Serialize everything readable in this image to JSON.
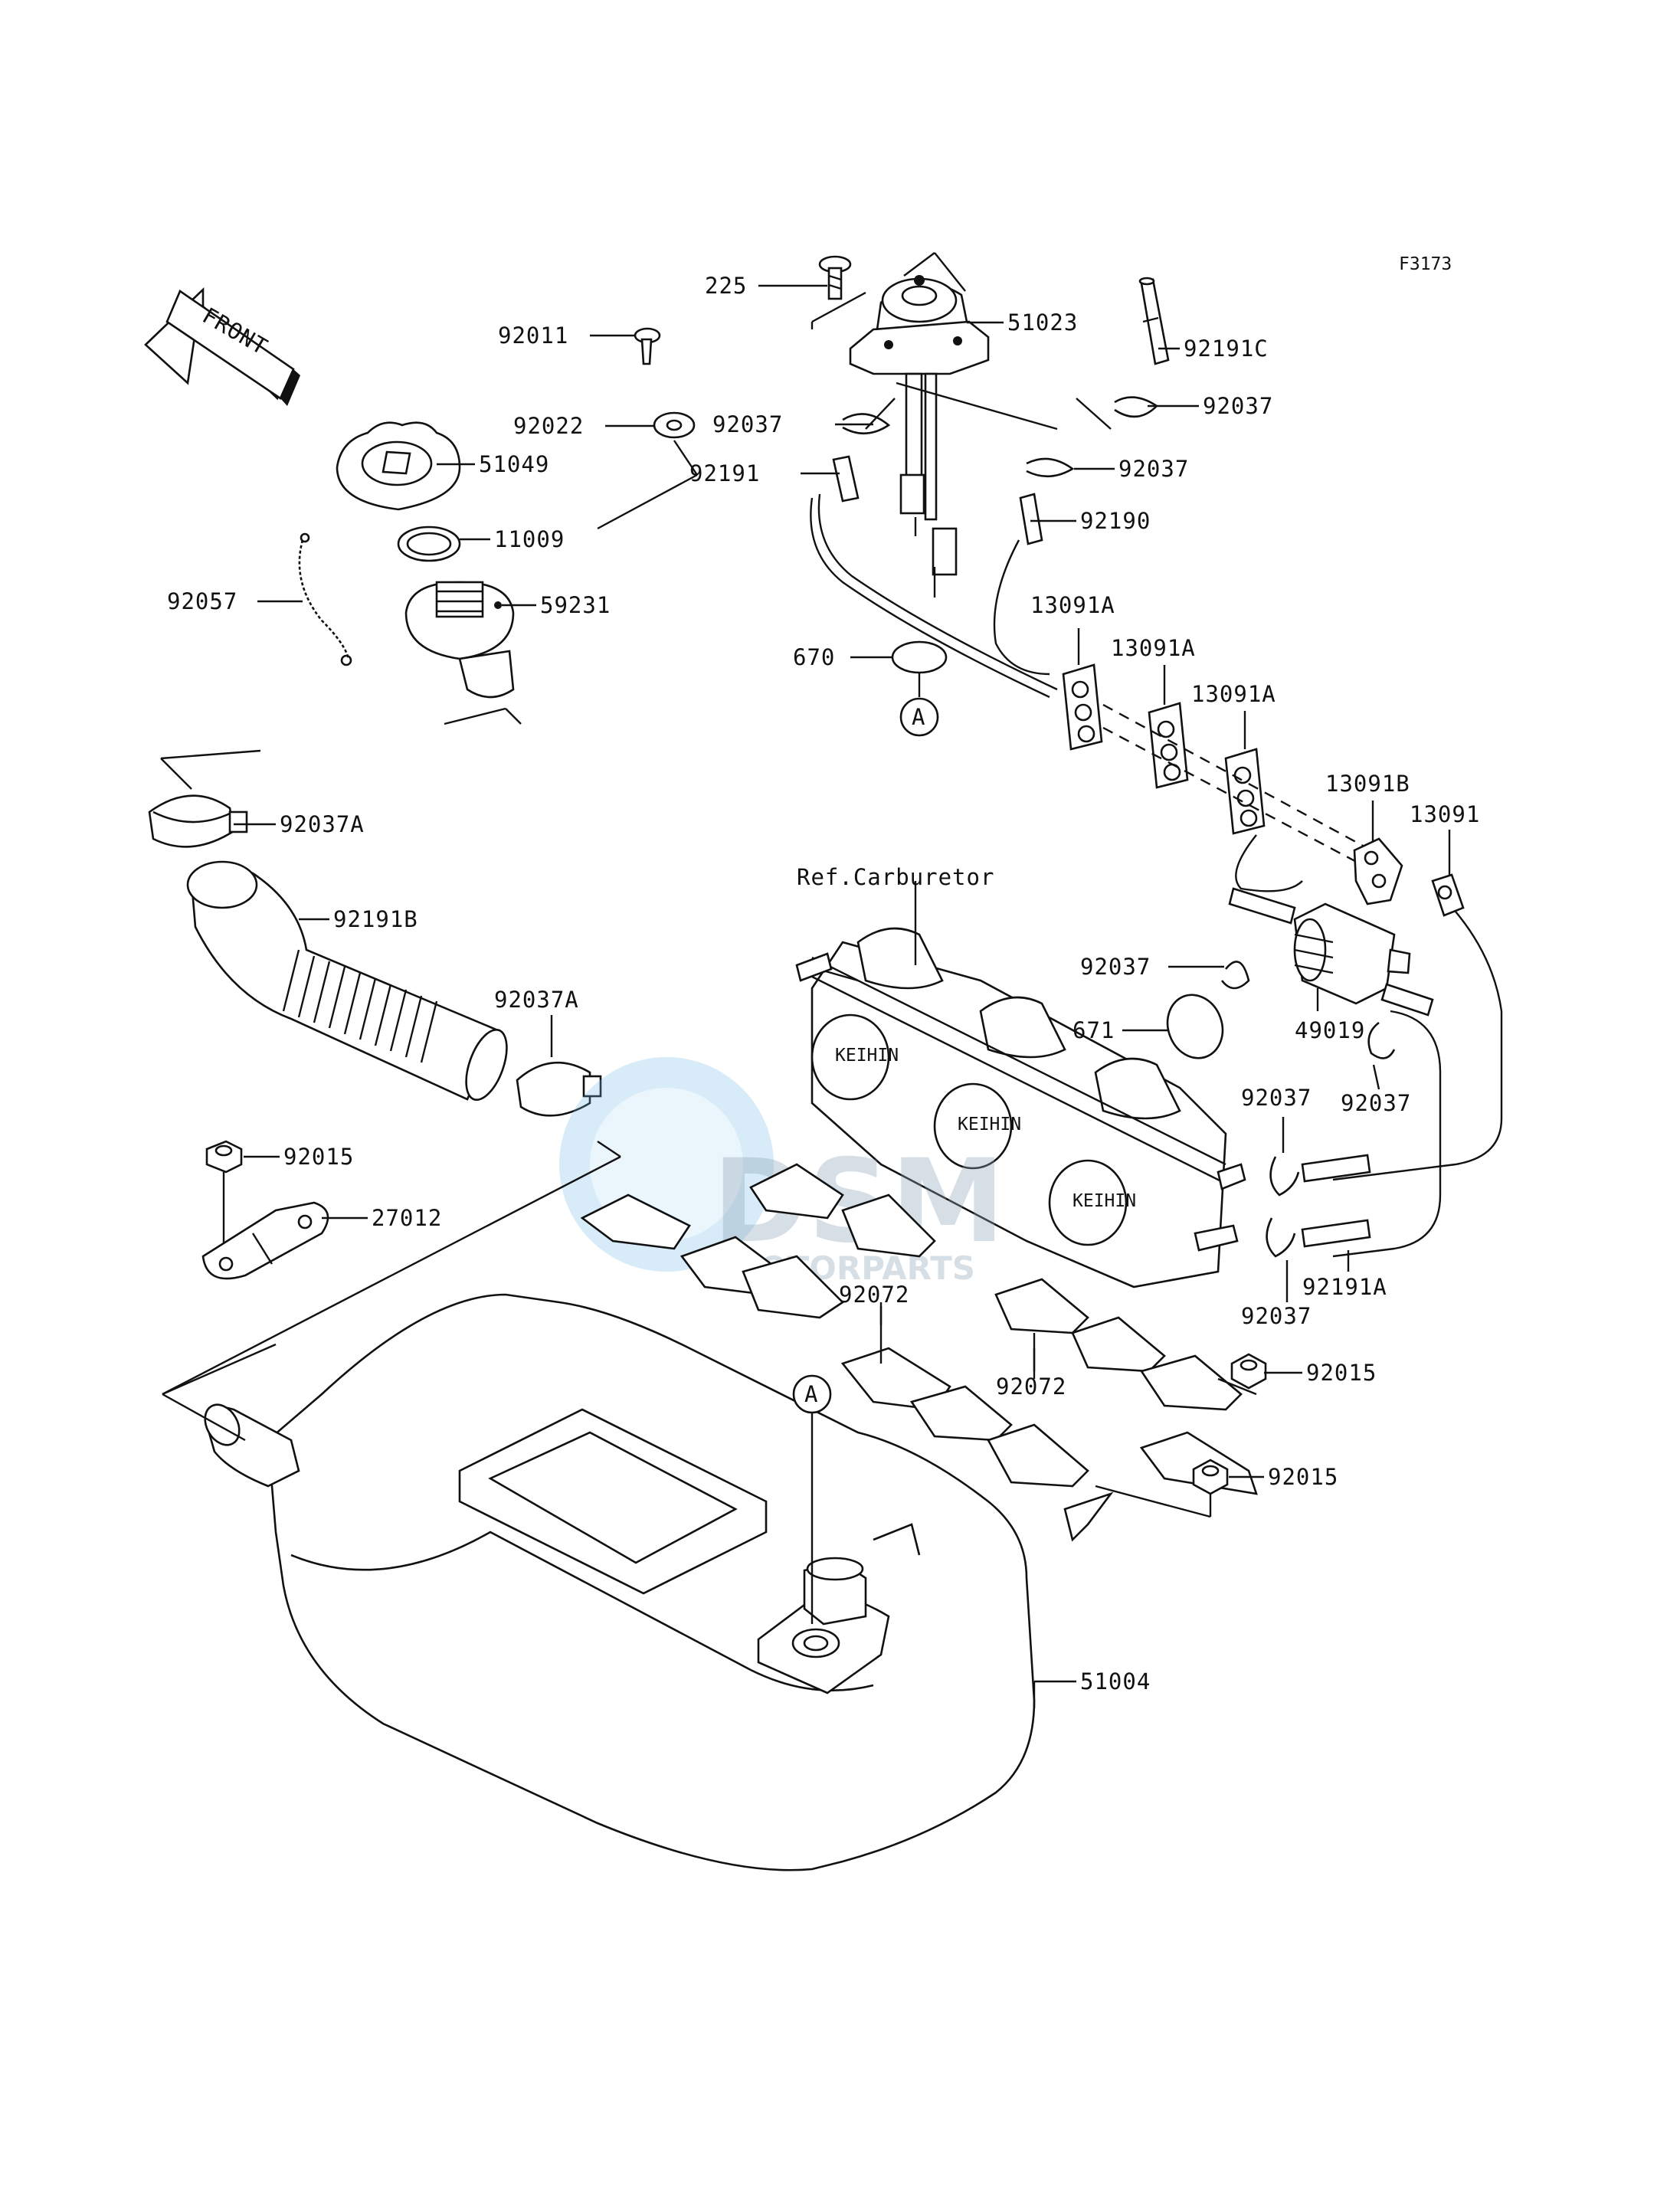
{
  "diagram_code": "F3173",
  "front_label": "FRONT",
  "ref_label": "Ref.Carburetor",
  "watermark": {
    "brand": "DSM",
    "sub": "MOTORPARTS"
  },
  "callout_letter": "A",
  "parts": {
    "p225": "225",
    "p51023": "51023",
    "p92191C": "92191C",
    "p92037a1": "92037",
    "p92037a2": "92037",
    "p92037a3": "92037",
    "p92011": "92011",
    "p92022": "92022",
    "p51049": "51049",
    "p11009": "11009",
    "p92191": "92191",
    "p92190": "92190",
    "p92057": "92057",
    "p59231": "59231",
    "p670": "670",
    "p13091A1": "13091A",
    "p13091A2": "13091A",
    "p13091A3": "13091A",
    "p13091B": "13091B",
    "p13091": "13091",
    "p92037A1": "92037A",
    "p92191B": "92191B",
    "p92037A2": "92037A",
    "p92037b1": "92037",
    "p671": "671",
    "p49019": "49019",
    "p92037b2": "92037",
    "p92037b3": "92037",
    "p92037b4": "92037",
    "p92191A": "92191A",
    "p92015a": "92015",
    "p27012": "27012",
    "p92072a": "92072",
    "p92072b": "92072",
    "p92015b": "92015",
    "p92015c": "92015",
    "p51004": "51004"
  }
}
